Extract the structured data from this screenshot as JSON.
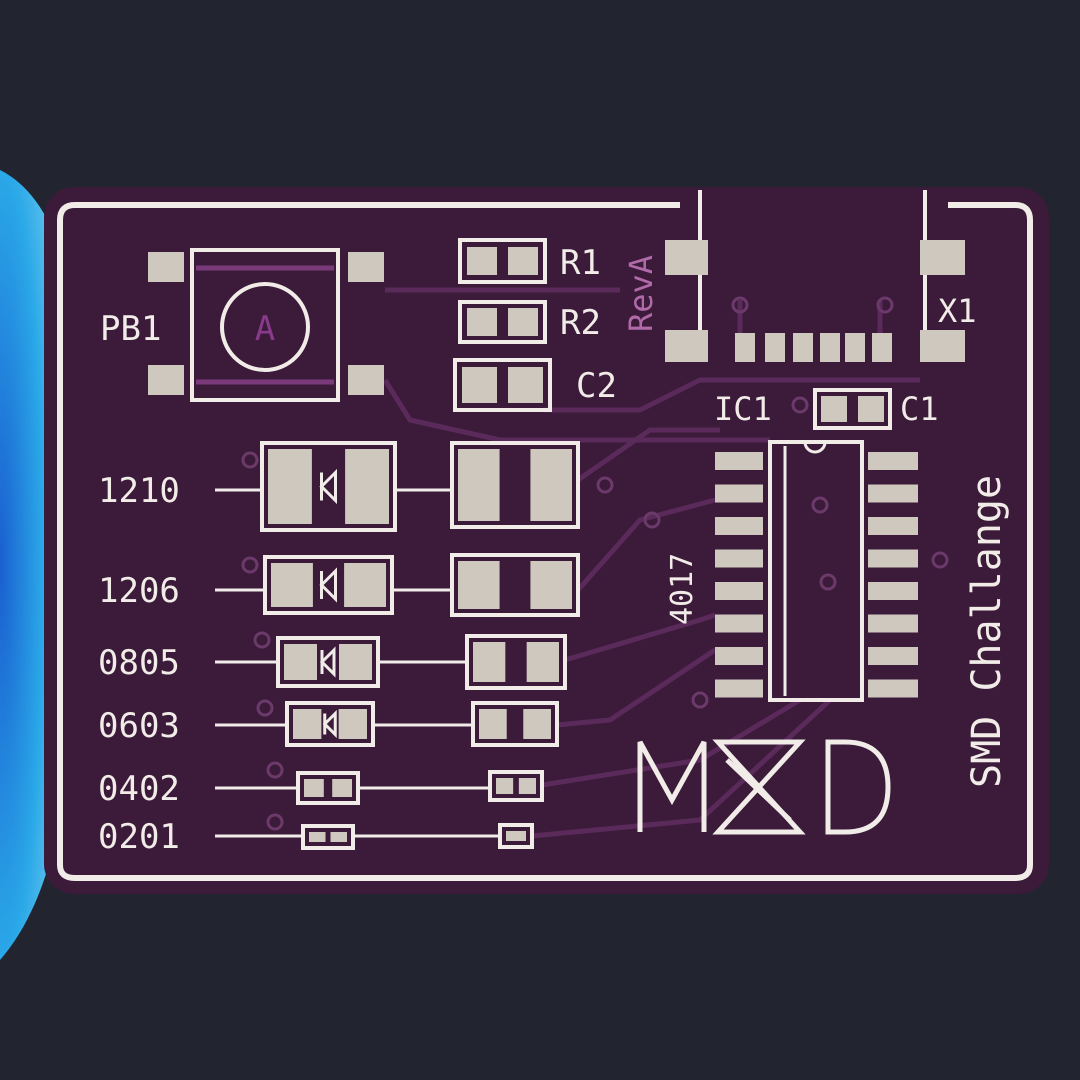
{
  "colors": {
    "background": "#22252f",
    "board": "#3b1a3a",
    "silkscreen": "#f1ece8",
    "pad": "#cfc8bf",
    "trace": "#5a2a5a"
  },
  "pushbutton": {
    "ref": "PB1",
    "label": "A"
  },
  "resistors": [
    {
      "ref": "R1"
    },
    {
      "ref": "R2"
    }
  ],
  "capacitors": [
    {
      "ref": "C2"
    },
    {
      "ref": "C1"
    }
  ],
  "revision": "RevA",
  "crystal": {
    "ref": "X1"
  },
  "ic": {
    "ref": "IC1",
    "part": "4017"
  },
  "sizes": [
    "1210",
    "1206",
    "0805",
    "0603",
    "0402",
    "0201"
  ],
  "title": "SMD Challange",
  "logo": "M8D"
}
